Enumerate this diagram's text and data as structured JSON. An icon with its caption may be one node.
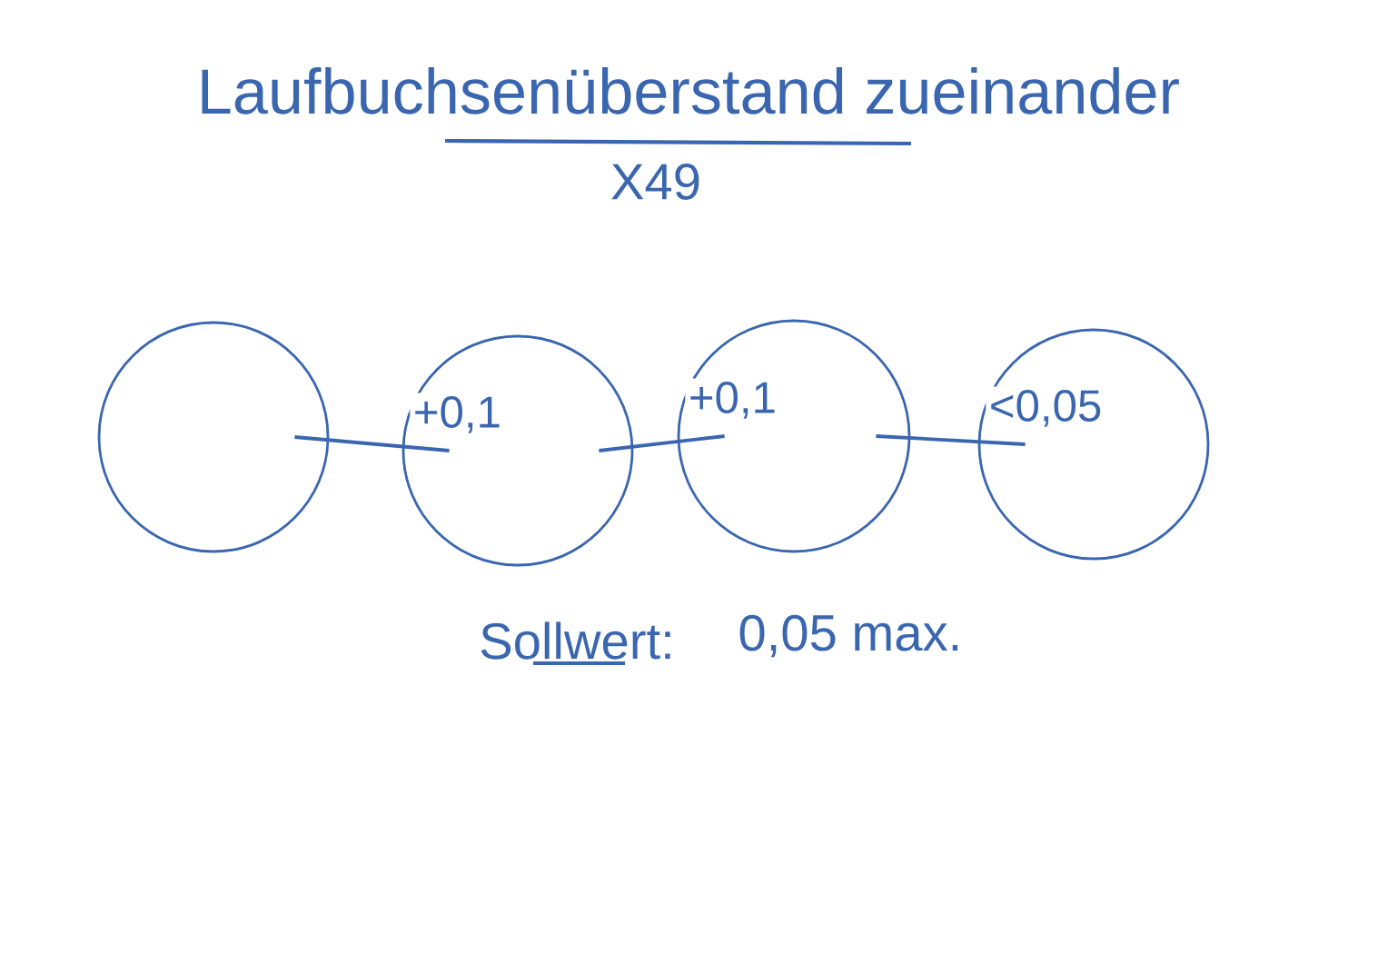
{
  "diagram": {
    "title": "Laufbuchsenüberstand zueinander",
    "nodes": [
      {
        "text": [],
        "shape": "circle"
      },
      {
        "text": [],
        "shape": "circle"
      },
      {
        "text": [],
        "shape": "circle"
      },
      {
        "text": [],
        "shape": "circle"
      }
    ],
    "edges": [
      {
        "from": 0,
        "to": 1,
        "arrow": "none",
        "label": "+0,1"
      },
      {
        "from": 1,
        "to": 2,
        "arrow": "none",
        "label": "+0,1"
      },
      {
        "from": 2,
        "to": 3,
        "arrow": "none",
        "label": "<0,05"
      }
    ],
    "labels": [
      "X49",
      "Sollwert:",
      "0,05 max."
    ]
  }
}
